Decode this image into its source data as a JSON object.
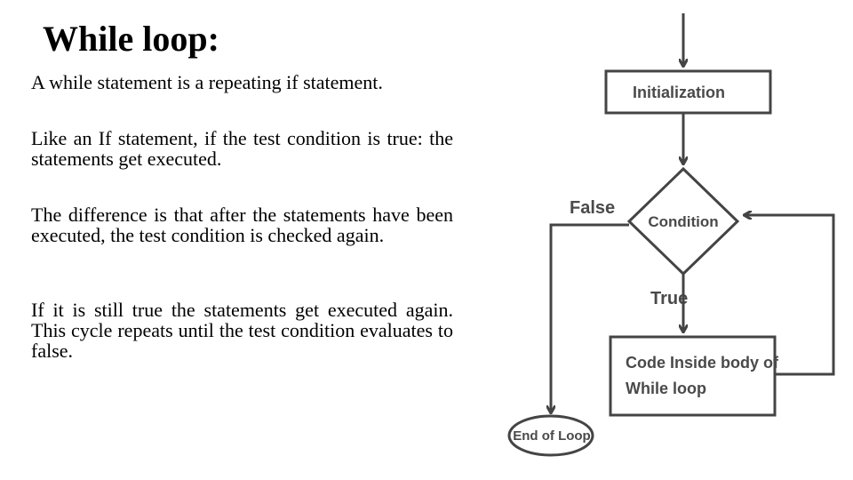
{
  "slide": {
    "title": "While loop:",
    "paragraphs": [
      "A while statement is a repeating if statement.",
      "Like an If statement, if the test condition is true: the statements get executed.",
      "The difference is that after the statements have been executed, the test condition is checked again.",
      "If it is still true the statements get executed again. This cycle repeats until the test condition evaluates to false."
    ]
  },
  "flowchart": {
    "initialization": "Initialization",
    "condition": "Condition",
    "false_label": "False",
    "true_label": "True",
    "body_line1": "Code Inside body of",
    "body_line2": "While loop",
    "end": "End of Loop"
  }
}
